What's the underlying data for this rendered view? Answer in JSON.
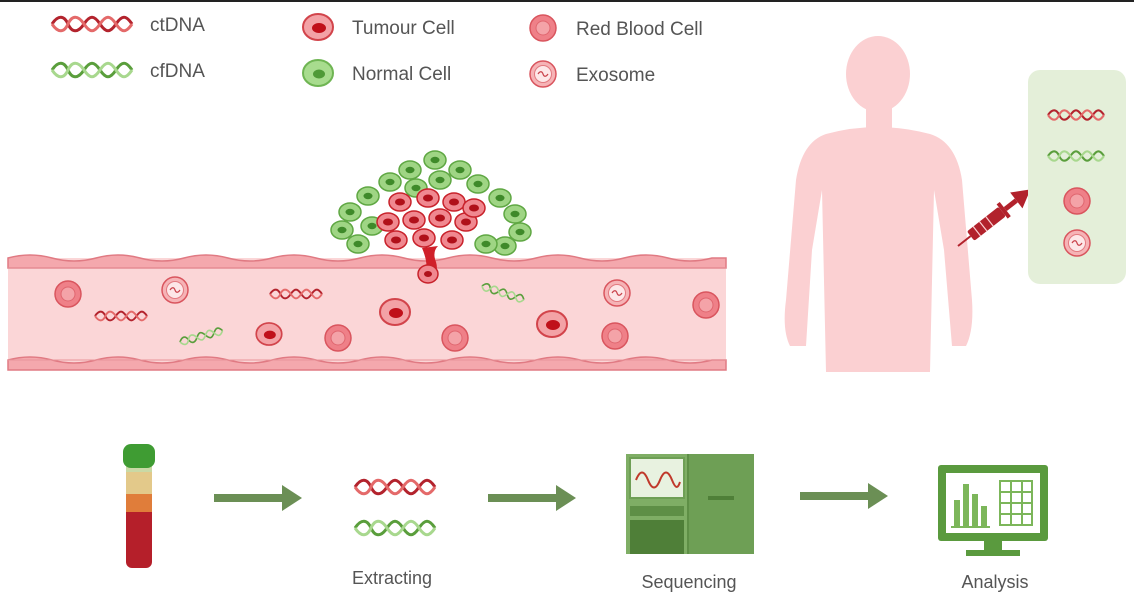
{
  "legend": {
    "ctdna": "ctDNA",
    "cfdna": "cfDNA",
    "tumour_cell": "Tumour Cell",
    "normal_cell": "Normal Cell",
    "red_blood_cell": "Red Blood Cell",
    "exosome": "Exosome"
  },
  "steps": {
    "extracting": "Extracting",
    "sequencing": "Sequencing",
    "analysis": "Analysis"
  },
  "colors": {
    "ctdna": "#c0392b",
    "cfdna": "#7cb65a",
    "tumour": "#e0373f",
    "normal": "#8fcf76",
    "rbc": "#e8707a",
    "vessel": "#fbd3d4",
    "vessel_wall": "#e48a92",
    "body": "#f9c9cc",
    "syringe": "#b2222c",
    "panel": "#e6f1dc",
    "step_green": "#5c9a45",
    "arrow": "#6b8f55"
  },
  "icons": [
    "dna-helix-icon",
    "cell-icon",
    "syringe-icon",
    "blood-tube-icon",
    "sequencer-icon",
    "monitor-chart-icon",
    "human-silhouette-icon"
  ]
}
